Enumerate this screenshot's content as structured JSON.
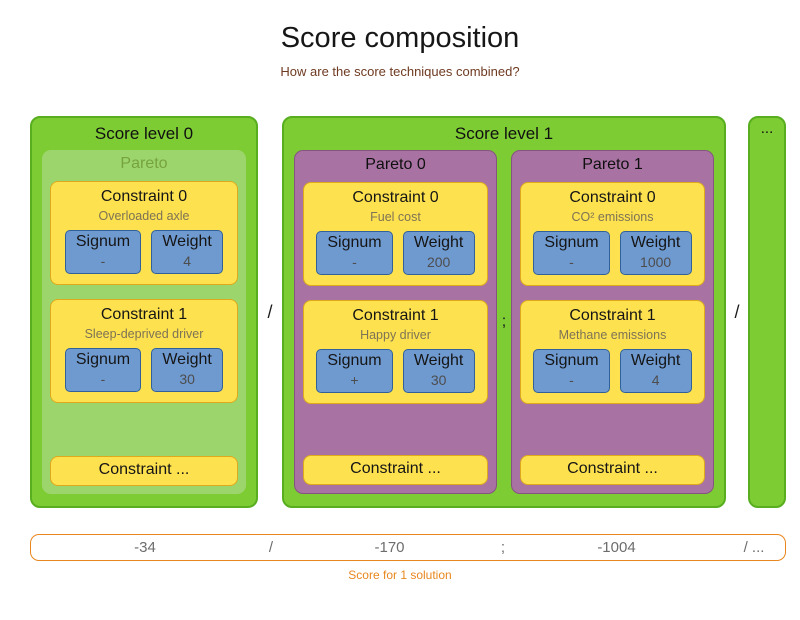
{
  "header": {
    "title": "Score composition",
    "subtitle": "How are the score techniques combined?"
  },
  "levels": {
    "level0": {
      "label": "Score level 0",
      "pareto": {
        "label": "Pareto",
        "constraints": [
          {
            "title": "Constraint 0",
            "description": "Overloaded axle",
            "signum_label": "Signum",
            "signum_value": "-",
            "weight_label": "Weight",
            "weight_value": "4"
          },
          {
            "title": "Constraint 1",
            "description": "Sleep-deprived driver",
            "signum_label": "Signum",
            "signum_value": "-",
            "weight_label": "Weight",
            "weight_value": "30"
          },
          {
            "title": "Constraint ..."
          }
        ]
      }
    },
    "level1": {
      "label": "Score level 1",
      "paretos": [
        {
          "label": "Pareto 0",
          "constraints": [
            {
              "title": "Constraint 0",
              "description": "Fuel cost",
              "signum_label": "Signum",
              "signum_value": "-",
              "weight_label": "Weight",
              "weight_value": "200"
            },
            {
              "title": "Constraint 1",
              "description": "Happy driver",
              "signum_label": "Signum",
              "signum_value": "+",
              "weight_label": "Weight",
              "weight_value": "30"
            },
            {
              "title": "Constraint ..."
            }
          ]
        },
        {
          "label": "Pareto 1",
          "constraints": [
            {
              "title": "Constraint 0",
              "description": "CO² emissions",
              "signum_label": "Signum",
              "signum_value": "-",
              "weight_label": "Weight",
              "weight_value": "1000"
            },
            {
              "title": "Constraint 1",
              "description": "Methane emissions",
              "signum_label": "Signum",
              "signum_value": "-",
              "weight_label": "Weight",
              "weight_value": "4"
            },
            {
              "title": "Constraint ..."
            }
          ]
        }
      ]
    },
    "more_label": "..."
  },
  "separators": {
    "between_level0_level1": "/",
    "between_paretos": ";",
    "after_level1": "/"
  },
  "score_bar": {
    "level0_score": "-34",
    "sep1": "/",
    "pareto0_score": "-170",
    "sep2": ";",
    "pareto1_score": "-1004",
    "sep3": "/ ...",
    "caption": "Score for 1 solution"
  },
  "colors": {
    "level_green": "#7dcc34",
    "level_green_border": "#58ae1f",
    "pareto_light_green": "#9dd56d",
    "pareto_purple": "#a873a2",
    "constraint_yellow": "#fee14f",
    "signum_blue": "#6f9ad0",
    "accent_orange": "#e8871e",
    "subtitle_brown": "#6e3a21"
  }
}
